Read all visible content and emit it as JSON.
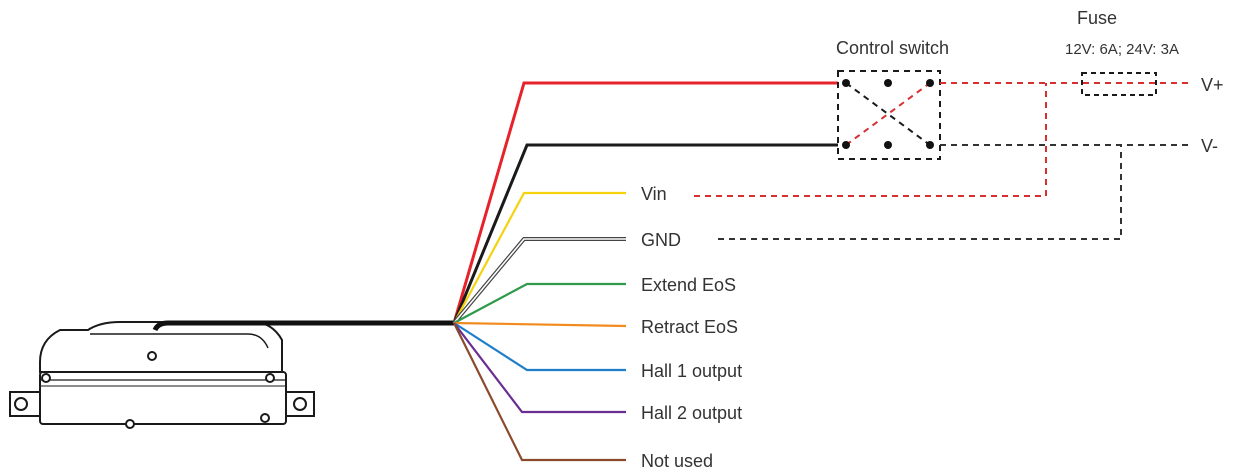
{
  "labels": {
    "fuse_title": "Fuse",
    "fuse_rating": "12V: 6A; 24V: 3A",
    "control_switch": "Control switch",
    "v_plus": "V+",
    "v_minus": "V-"
  },
  "wires": [
    {
      "label": "",
      "color": "#e8222a",
      "role": "motor-red"
    },
    {
      "label": "",
      "color": "#1a1a1a",
      "role": "motor-black"
    },
    {
      "label": "Vin",
      "color": "#f5d20e"
    },
    {
      "label": "GND",
      "color": "#9a9a9a"
    },
    {
      "label": "Extend EoS",
      "color": "#2e9a4a"
    },
    {
      "label": "Retract EoS",
      "color": "#f28a1e"
    },
    {
      "label": "Hall 1 output",
      "color": "#1e7ec8"
    },
    {
      "label": "Hall 2 output",
      "color": "#6a2d91"
    },
    {
      "label": "Not used",
      "color": "#8b4a2b"
    }
  ],
  "colors": {
    "positive_dashed": "#d63030",
    "negative_dashed": "#333333",
    "cable": "#111111"
  }
}
